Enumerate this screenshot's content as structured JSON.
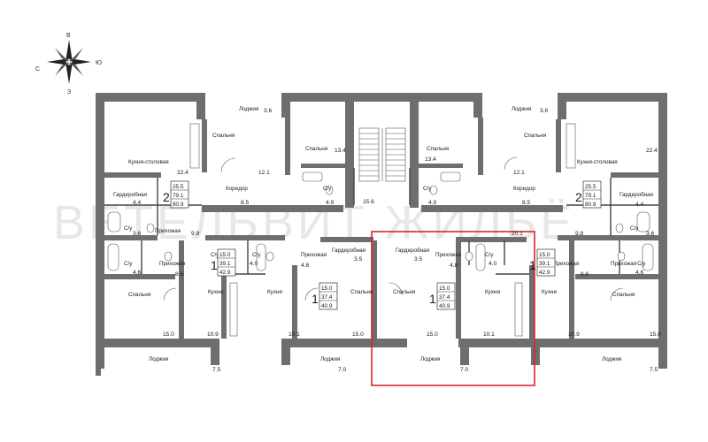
{
  "compass": {
    "north": "В",
    "west": "С",
    "east": "Ю",
    "south": "З"
  },
  "watermark": "ВЕТЕЛЬВИТ ЖИЛЬЁ",
  "highlight_color": "#d9232e",
  "labels": [
    {
      "id": "lodzhia-tl",
      "text": "Лоджия"
    },
    {
      "id": "spalnya-tl",
      "text": "Спальня"
    },
    {
      "id": "kuhnya-stol-l",
      "text": "Кухня-столовая"
    },
    {
      "id": "spalnya-tc",
      "text": "Спальня"
    },
    {
      "id": "koridor-l",
      "text": "Коридор"
    },
    {
      "id": "garder-tl",
      "text": "Гардеробная"
    },
    {
      "id": "su-tl",
      "text": "С/у"
    },
    {
      "id": "su-tl2",
      "text": "С/у"
    },
    {
      "id": "su-center-l",
      "text": "С/у"
    },
    {
      "id": "prih-l1",
      "text": "Прихожая"
    },
    {
      "id": "su-ml",
      "text": "С/у"
    },
    {
      "id": "prih-l2",
      "text": "Прихожая"
    },
    {
      "id": "su-ml2",
      "text": "С/у"
    },
    {
      "id": "prih-l3",
      "text": "Прихожая"
    },
    {
      "id": "garder-cl",
      "text": "Гардеробная"
    },
    {
      "id": "spalnya-bl",
      "text": "Спальня"
    },
    {
      "id": "kuhnya-bl",
      "text": "Кухня"
    },
    {
      "id": "kuhnya-bl2",
      "text": "Кухня"
    },
    {
      "id": "spalnya-bl2",
      "text": "Спальня"
    },
    {
      "id": "lodzhia-bl",
      "text": "Лоджия"
    },
    {
      "id": "lodzhia-bl2",
      "text": "Лоджия"
    },
    {
      "id": "lodzhia-tr",
      "text": "Лоджия"
    },
    {
      "id": "spalnya-tr",
      "text": "Спальня"
    },
    {
      "id": "spalnya-tr2",
      "text": "Спальня"
    },
    {
      "id": "kuhnya-stol-r",
      "text": "Кухня-столовая"
    },
    {
      "id": "garder-tr",
      "text": "Гардеробная"
    },
    {
      "id": "koridor-r",
      "text": "Коридор"
    },
    {
      "id": "su-center-r",
      "text": "С/у"
    },
    {
      "id": "su-tr",
      "text": "С/у"
    },
    {
      "id": "garder-cr",
      "text": "Гардеробная"
    },
    {
      "id": "prih-cr",
      "text": "Прихожая"
    },
    {
      "id": "su-cr",
      "text": "С/у"
    },
    {
      "id": "prih-r1",
      "text": "Прихожая"
    },
    {
      "id": "su-r1",
      "text": "С/у"
    },
    {
      "id": "prih-r2",
      "text": "Прихожая"
    },
    {
      "id": "spalnya-c",
      "text": "Спальня"
    },
    {
      "id": "kuhnya-c",
      "text": "Кухня"
    },
    {
      "id": "kuhnya-r",
      "text": "Кухня"
    },
    {
      "id": "spalnya-br",
      "text": "Спальня"
    },
    {
      "id": "lodzhia-c",
      "text": "Лоджия"
    },
    {
      "id": "lodzhia-br",
      "text": "Лоджия"
    }
  ],
  "areas": [
    {
      "id": "a-3-6-tl",
      "text": "3.6"
    },
    {
      "id": "a-22-4-l",
      "text": "22.4"
    },
    {
      "id": "a-12-1-l",
      "text": "12.1"
    },
    {
      "id": "a-13-4-l",
      "text": "13.4"
    },
    {
      "id": "a-8-5-l",
      "text": "8.5"
    },
    {
      "id": "a-4-4-l",
      "text": "4.4"
    },
    {
      "id": "a-4-9-l",
      "text": "4.9"
    },
    {
      "id": "a-15-6",
      "text": "15.6"
    },
    {
      "id": "a-3-6-ml",
      "text": "3.6"
    },
    {
      "id": "a-9-8-l",
      "text": "9.8"
    },
    {
      "id": "a-4-0-l",
      "text": "4.0"
    },
    {
      "id": "a-4-6-l",
      "text": "4.6"
    },
    {
      "id": "a-8-6-l",
      "text": "8.6"
    },
    {
      "id": "a-4-8-l",
      "text": "4.8"
    },
    {
      "id": "a-3-5-l",
      "text": "3.5"
    },
    {
      "id": "a-15-0-bl",
      "text": "15.0"
    },
    {
      "id": "a-10-9-l",
      "text": "10.9"
    },
    {
      "id": "a-10-1-l",
      "text": "10.1"
    },
    {
      "id": "a-15-0-bl2",
      "text": "15.0"
    },
    {
      "id": "a-7-5-l",
      "text": "7.5"
    },
    {
      "id": "a-7-0-l",
      "text": "7.0"
    },
    {
      "id": "a-3-6-tr",
      "text": "3.6"
    },
    {
      "id": "a-13-4-r",
      "text": "13.4"
    },
    {
      "id": "a-12-1-r",
      "text": "12.1"
    },
    {
      "id": "a-22-4-r",
      "text": "22.4"
    },
    {
      "id": "a-4-9-r",
      "text": "4.9"
    },
    {
      "id": "a-8-5-r",
      "text": "8.5"
    },
    {
      "id": "a-4-4-r",
      "text": "4.4"
    },
    {
      "id": "a-20-1",
      "text": "20.1"
    },
    {
      "id": "a-9-8-r",
      "text": "9.8"
    },
    {
      "id": "a-3-6-mr",
      "text": "3.6"
    },
    {
      "id": "a-3-5-c",
      "text": "3.5"
    },
    {
      "id": "a-4-8-c",
      "text": "4.8"
    },
    {
      "id": "a-4-0-c",
      "text": "4.0"
    },
    {
      "id": "a-8-6-r",
      "text": "8.6"
    },
    {
      "id": "a-4-6-r",
      "text": "4.6"
    },
    {
      "id": "a-15-0-c",
      "text": "15.0"
    },
    {
      "id": "a-10-1-c",
      "text": "10.1"
    },
    {
      "id": "a-10-9-r",
      "text": "10.9"
    },
    {
      "id": "a-15-0-br",
      "text": "15.0"
    },
    {
      "id": "a-7-0-c",
      "text": "7.0"
    },
    {
      "id": "a-7-5-r",
      "text": "7.5"
    }
  ],
  "apartments": [
    {
      "id": "apt-tl",
      "rooms": "2",
      "living": "25.5",
      "total": "79.1",
      "total2": "80.9"
    },
    {
      "id": "apt-ml",
      "rooms": "1",
      "living": "15.0",
      "total": "39.1",
      "total2": "42.9"
    },
    {
      "id": "apt-cl",
      "rooms": "1",
      "living": "15.0",
      "total": "37.4",
      "total2": "40.9"
    },
    {
      "id": "apt-c",
      "rooms": "1",
      "living": "15.0",
      "total": "37.4",
      "total2": "40.9"
    },
    {
      "id": "apt-mr",
      "rooms": "1",
      "living": "15.0",
      "total": "39.1",
      "total2": "42.9"
    },
    {
      "id": "apt-tr",
      "rooms": "2",
      "living": "25.5",
      "total": "79.1",
      "total2": "80.9"
    }
  ]
}
